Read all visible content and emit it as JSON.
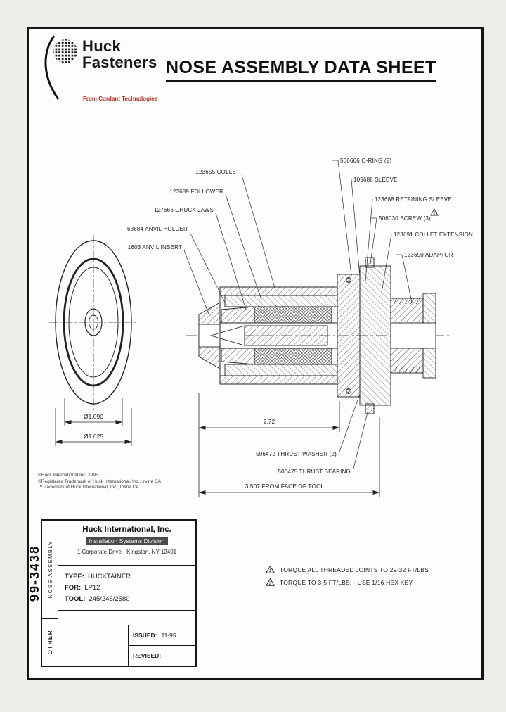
{
  "header": {
    "brand_line1": "Huck",
    "brand_line2": "Fasteners",
    "brand_tagline": "From Cordant Technologies",
    "title": "NOSE ASSEMBLY DATA SHEET"
  },
  "callouts": {
    "collet": "123655 COLLET",
    "follower": "123689 FOLLOWER",
    "chuck_jaws": "127666 CHUCK JAWS",
    "anvil_holder": "63684 ANVIL HOLDER",
    "anvil_insert": "1603 ANVIL INSERT",
    "o_ring": "506606 O-RING (2)",
    "sleeve": "105688 SLEEVE",
    "retaining_sleeve": "123688 RETAINING SLEEVE",
    "screw": "506030 SCREW (3)",
    "screw_flag": "2",
    "collet_extension": "123691 COLLET EXTENSION",
    "adaptor": "123690 ADAPTOR",
    "thrust_washer": "506472 THRUST WASHER (2)",
    "thrust_bearing": "506475 THRUST BEARING"
  },
  "dimensions": {
    "front_inner_dia": "Ø1.090",
    "front_outer_dia": "Ø1.625",
    "body_length": "2.72",
    "overall": "3.507 FROM FACE OF TOOL"
  },
  "footnotes": [
    "®Huck International Inc. 1995",
    "®Registered Trademark of Huck International, Inc., Irvine CA",
    "™Trademark of Huck International, Inc., Irvine CA"
  ],
  "notes": [
    {
      "flag": "1",
      "text": "TORQUE ALL THREADED JOINTS TO 29-32 FT/LBS"
    },
    {
      "flag": "2",
      "text": "TORQUE TO 3-5 FT/LBS. - USE 1/16 HEX KEY"
    }
  ],
  "title_block": {
    "doc_number": "99-3438",
    "category_top": "NOSE ASSEMBLY",
    "category_bottom": "OTHER",
    "company": "Huck International, Inc.",
    "division": "Installation Systems Division",
    "address": "1 Corporate Drive - Kingston, NY 12401",
    "type_label": "TYPE:",
    "type_value": "HUCKTAINER",
    "for_label": "FOR:",
    "for_value": "LP12",
    "tool_label": "TOOL:",
    "tool_value": "245/246/2580",
    "issued_label": "ISSUED:",
    "issued_value": "11-95",
    "revised_label": "REVISED:",
    "revised_value": ""
  },
  "colors": {
    "tagline_red": "#b02a20",
    "ink": "#1e1e1e"
  }
}
